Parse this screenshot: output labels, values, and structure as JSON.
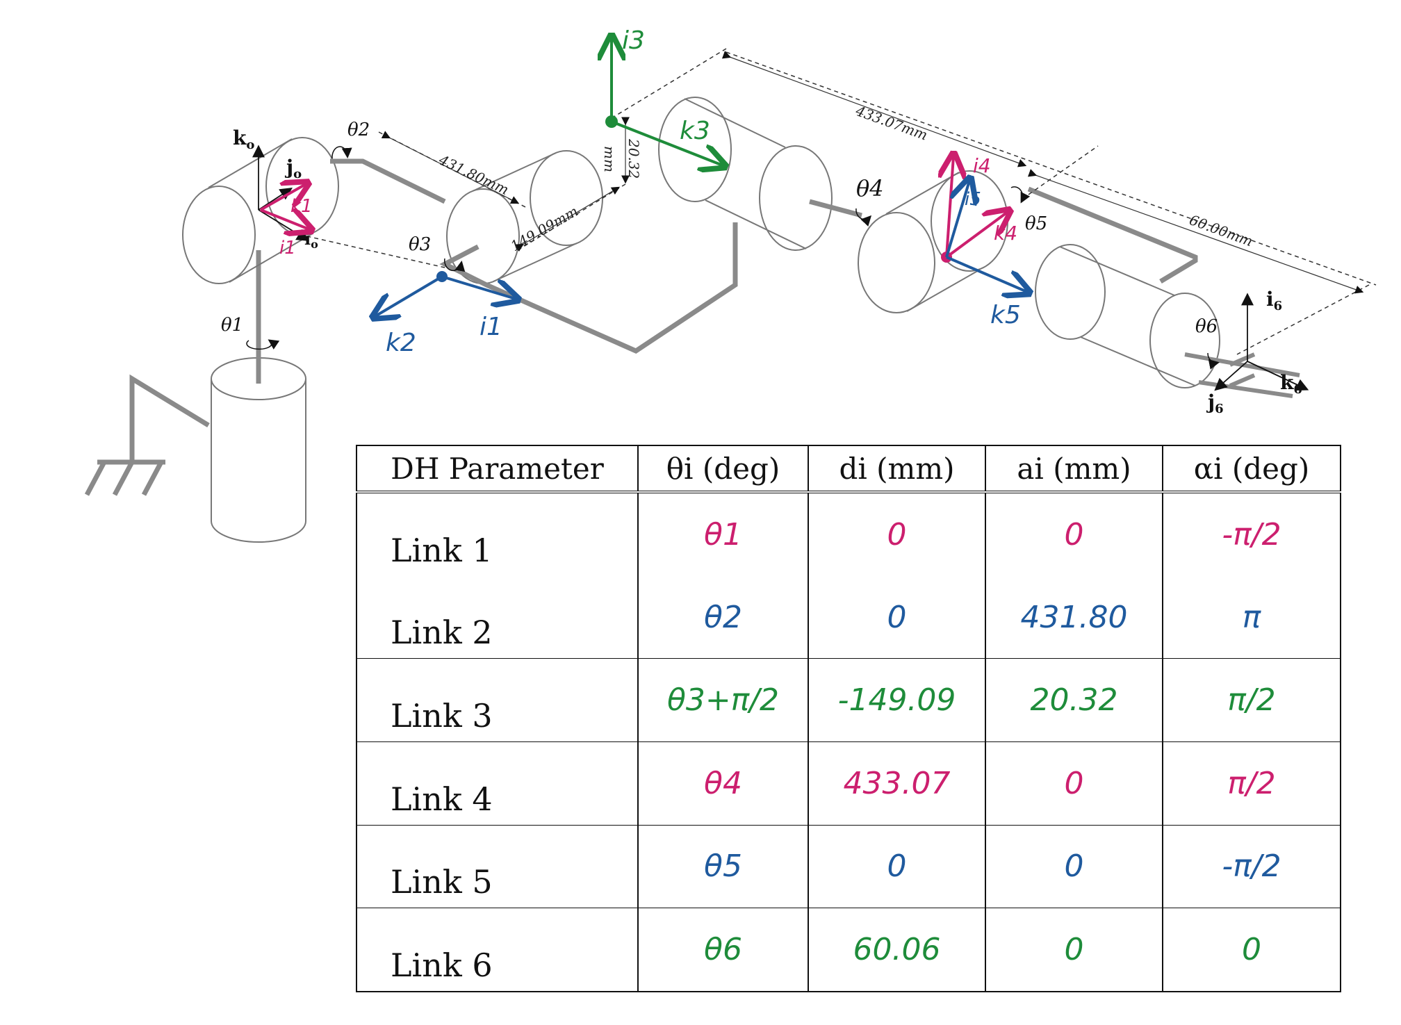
{
  "colors": {
    "link1": "#cc1f6e",
    "link2": "#1f5a9e",
    "link3": "#1e8c3a",
    "link4": "#cc1f6e",
    "link5": "#1f5a9e",
    "link6": "#1e8c3a",
    "structure": "#8a8a8a"
  },
  "diagram": {
    "dimensions": {
      "d1": "431.80mm",
      "d2": "149.09mm",
      "d3": "20.32",
      "d3_unit": "mm",
      "d4": "433.07mm",
      "d5": "60.00mm"
    },
    "joint_angles": [
      "θ1",
      "θ2",
      "θ3",
      "θ4",
      "θ5",
      "θ6"
    ],
    "frame_labels": {
      "k0": "k",
      "k0_sub": "o",
      "j0": "j",
      "j0_sub": "o",
      "i0": "i",
      "i0_sub": "o",
      "i6": "i",
      "i6_sub": "6",
      "j6": "j",
      "j6_sub": "6",
      "k6": "k",
      "k6_sub": "6"
    },
    "handwritten_axes": {
      "k1": "k1",
      "i1": "i1",
      "k2": "k2",
      "i2": "i1",
      "i3": "i3",
      "k3": "k3",
      "i4": "i4",
      "k4": "k4",
      "i5": "i5",
      "k5": "k5"
    }
  },
  "table": {
    "headers": [
      "DH Parameter",
      "θi (deg)",
      "di (mm)",
      "ai (mm)",
      "αi (deg)"
    ],
    "rows": [
      {
        "link": "Link 1",
        "theta": "θ1",
        "d": "0",
        "a": "0",
        "alpha": "-π/2",
        "color": "link1"
      },
      {
        "link": "Link 2",
        "theta": "θ2",
        "d": "0",
        "a": "431.80",
        "alpha": "π",
        "color": "link2"
      },
      {
        "link": "Link 3",
        "theta": "θ3+π/2",
        "d": "-149.09",
        "a": "20.32",
        "alpha": "π/2",
        "color": "link3"
      },
      {
        "link": "Link 4",
        "theta": "θ4",
        "d": "433.07",
        "a": "0",
        "alpha": "π/2",
        "color": "link4"
      },
      {
        "link": "Link 5",
        "theta": "θ5",
        "d": "0",
        "a": "0",
        "alpha": "-π/2",
        "color": "link5"
      },
      {
        "link": "Link 6",
        "theta": "θ6",
        "d": "60.06",
        "a": "0",
        "alpha": "0",
        "color": "link6"
      }
    ]
  }
}
